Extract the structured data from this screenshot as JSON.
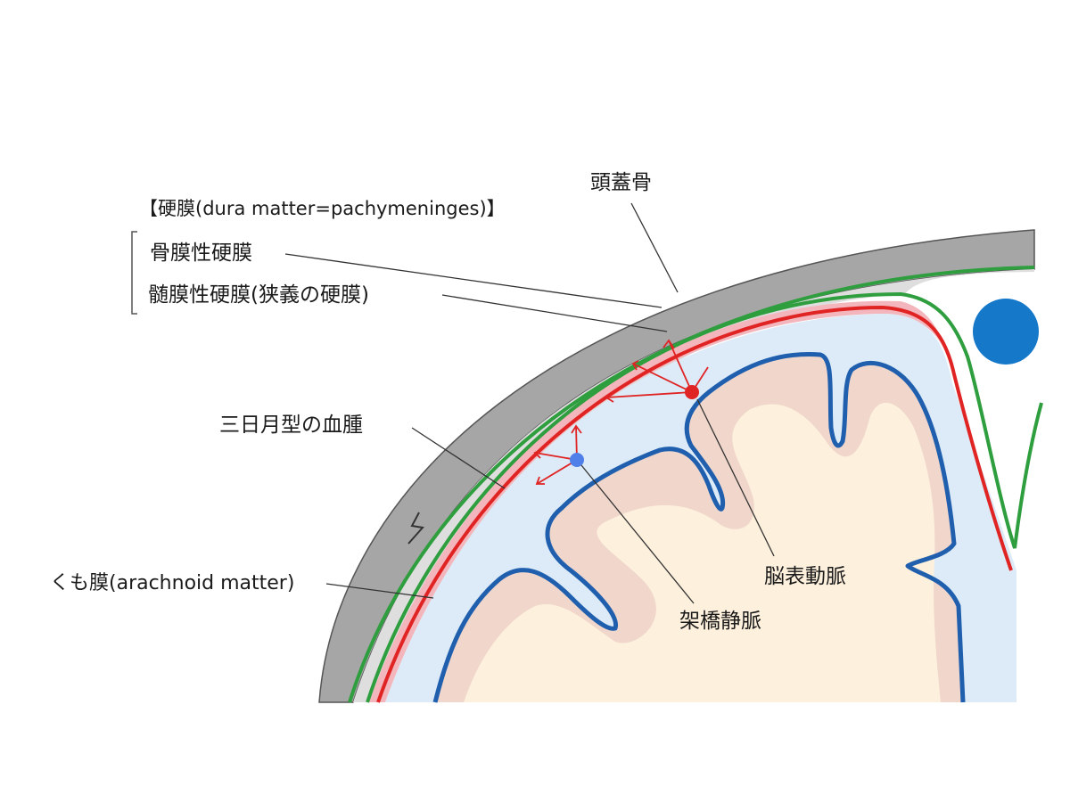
{
  "labels": {
    "dura_title": "【硬膜(dura matter=pachymeninges)】",
    "periosteal_dura": "骨膜性硬膜",
    "meningeal_dura": "髄膜性硬膜(狭義の硬膜)",
    "skull": "頭蓋骨",
    "crescent_hematoma": "三日月型の血腫",
    "arachnoid": "くも膜(arachnoid matter)",
    "cortical_artery": "脳表動脈",
    "bridging_vein": "架橋静脈"
  },
  "colors": {
    "skull": "#a6a6a6",
    "skull_inner": "#dedede",
    "dura_line": "#2e9e3e",
    "hematoma": "#f4b6bd",
    "arachnoid_line": "#e02424",
    "csf_space": "#dcebf7",
    "pia_line": "#1f5fae",
    "gray_matter": "#f0d6cb",
    "white_matter": "#fdf0dc",
    "artery_dot": "#e02424",
    "vein_dot": "#4f7fe8",
    "sinus": "#1578c8",
    "leader_line": "#333333"
  }
}
